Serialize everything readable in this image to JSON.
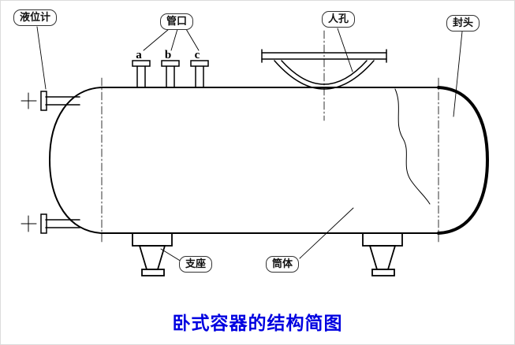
{
  "title": {
    "text": "卧式容器的结构简图"
  },
  "labels": {
    "level_gauge": "液位计",
    "nozzles": "管口",
    "nozzle_a": "a",
    "nozzle_b": "b",
    "nozzle_c": "c",
    "manhole": "人孔",
    "head": "封头",
    "support": "支座",
    "shell": "筒体"
  },
  "colors": {
    "line": "#000000",
    "title": "#0000e0",
    "background": "#ffffff"
  }
}
